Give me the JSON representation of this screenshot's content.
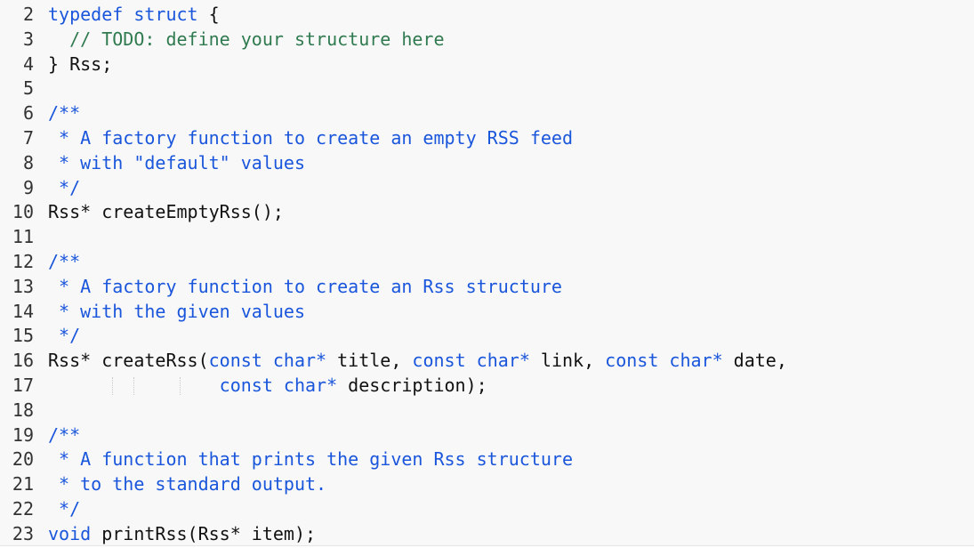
{
  "editor": {
    "lines": [
      {
        "number": "2",
        "parts": [
          {
            "text": "typedef struct",
            "type": "keyword"
          },
          {
            "text": " {",
            "type": "plain"
          }
        ]
      },
      {
        "number": "3",
        "parts": [
          {
            "text": "  // TODO: define your structure here",
            "type": "comment"
          }
        ]
      },
      {
        "number": "4",
        "parts": [
          {
            "text": "} Rss;",
            "type": "plain"
          }
        ]
      },
      {
        "number": "5",
        "parts": []
      },
      {
        "number": "6",
        "parts": [
          {
            "text": "/**",
            "type": "doc"
          }
        ]
      },
      {
        "number": "7",
        "parts": [
          {
            "text": " * A factory function to create an empty RSS feed",
            "type": "doc"
          }
        ]
      },
      {
        "number": "8",
        "parts": [
          {
            "text": " * with \"default\" values",
            "type": "doc"
          }
        ]
      },
      {
        "number": "9",
        "parts": [
          {
            "text": " */",
            "type": "doc"
          }
        ]
      },
      {
        "number": "10",
        "parts": [
          {
            "text": "Rss* createEmptyRss();",
            "type": "plain"
          }
        ]
      },
      {
        "number": "11",
        "parts": []
      },
      {
        "number": "12",
        "parts": [
          {
            "text": "/**",
            "type": "doc"
          }
        ]
      },
      {
        "number": "13",
        "parts": [
          {
            "text": " * A factory function to create an Rss structure",
            "type": "doc"
          }
        ]
      },
      {
        "number": "14",
        "parts": [
          {
            "text": " * with the given values",
            "type": "doc"
          }
        ]
      },
      {
        "number": "15",
        "parts": [
          {
            "text": " */",
            "type": "doc"
          }
        ]
      },
      {
        "number": "16",
        "parts": [
          {
            "text": "Rss* createRss(",
            "type": "plain"
          },
          {
            "text": "const char*",
            "type": "keyword"
          },
          {
            "text": " title, ",
            "type": "plain"
          },
          {
            "text": "const char*",
            "type": "keyword"
          },
          {
            "text": " link, ",
            "type": "plain"
          },
          {
            "text": "const char*",
            "type": "keyword"
          },
          {
            "text": " date,",
            "type": "plain"
          }
        ]
      },
      {
        "number": "17",
        "parts": [
          {
            "text": "                ",
            "type": "plain"
          },
          {
            "text": "const char*",
            "type": "keyword"
          },
          {
            "text": " description);",
            "type": "plain"
          }
        ],
        "guides": true
      },
      {
        "number": "18",
        "parts": []
      },
      {
        "number": "19",
        "parts": [
          {
            "text": "/**",
            "type": "doc"
          }
        ]
      },
      {
        "number": "20",
        "parts": [
          {
            "text": " * A function that prints the given Rss structure",
            "type": "doc"
          }
        ]
      },
      {
        "number": "21",
        "parts": [
          {
            "text": " * to the standard output.",
            "type": "doc"
          }
        ]
      },
      {
        "number": "22",
        "parts": [
          {
            "text": " */",
            "type": "doc"
          }
        ]
      },
      {
        "number": "23",
        "parts": [
          {
            "text": "void",
            "type": "keyword"
          },
          {
            "text": " printRss(Rss* item);",
            "type": "plain"
          }
        ]
      }
    ],
    "colors": {
      "keyword": "#1a56db",
      "comment": "#2f7a4f",
      "doc": "#1a56db",
      "plain": "#111111",
      "background": "#f8f8f8"
    }
  }
}
